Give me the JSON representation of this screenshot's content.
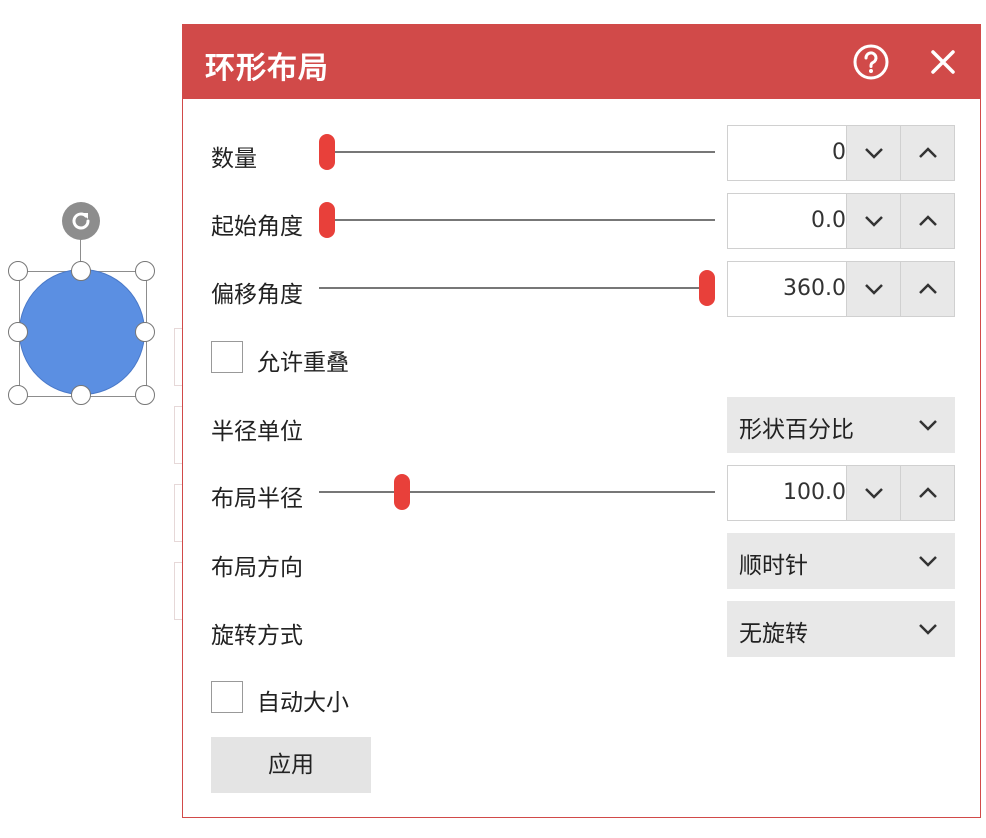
{
  "dialog": {
    "title": "环形布局",
    "help_icon": "help-circle-icon",
    "close_icon": "close-icon",
    "accent_color": "#d14a49",
    "thumb_color": "#e8403a"
  },
  "fields": {
    "count": {
      "label": "数量",
      "value": "0",
      "slider_fraction": 0.02
    },
    "start_angle": {
      "label": "起始角度",
      "value": "0.0",
      "slider_fraction": 0.02
    },
    "offset_angle": {
      "label": "偏移角度",
      "value": "360.0",
      "slider_fraction": 0.98
    },
    "allow_overlap": {
      "label": "允许重叠",
      "checked": false
    },
    "radius_unit": {
      "label": "半径单位",
      "value": "形状百分比"
    },
    "layout_radius": {
      "label": "布局半径",
      "value": "100.0",
      "slider_fraction": 0.21
    },
    "layout_direction": {
      "label": "布局方向",
      "value": "顺时针"
    },
    "rotation_mode": {
      "label": "旋转方式",
      "value": "无旋转"
    },
    "auto_size": {
      "label": "自动大小",
      "checked": false
    }
  },
  "apply_label": "应用",
  "canvas": {
    "shape_color": "#5b8fe2",
    "rotate_icon": "rotate-icon"
  }
}
